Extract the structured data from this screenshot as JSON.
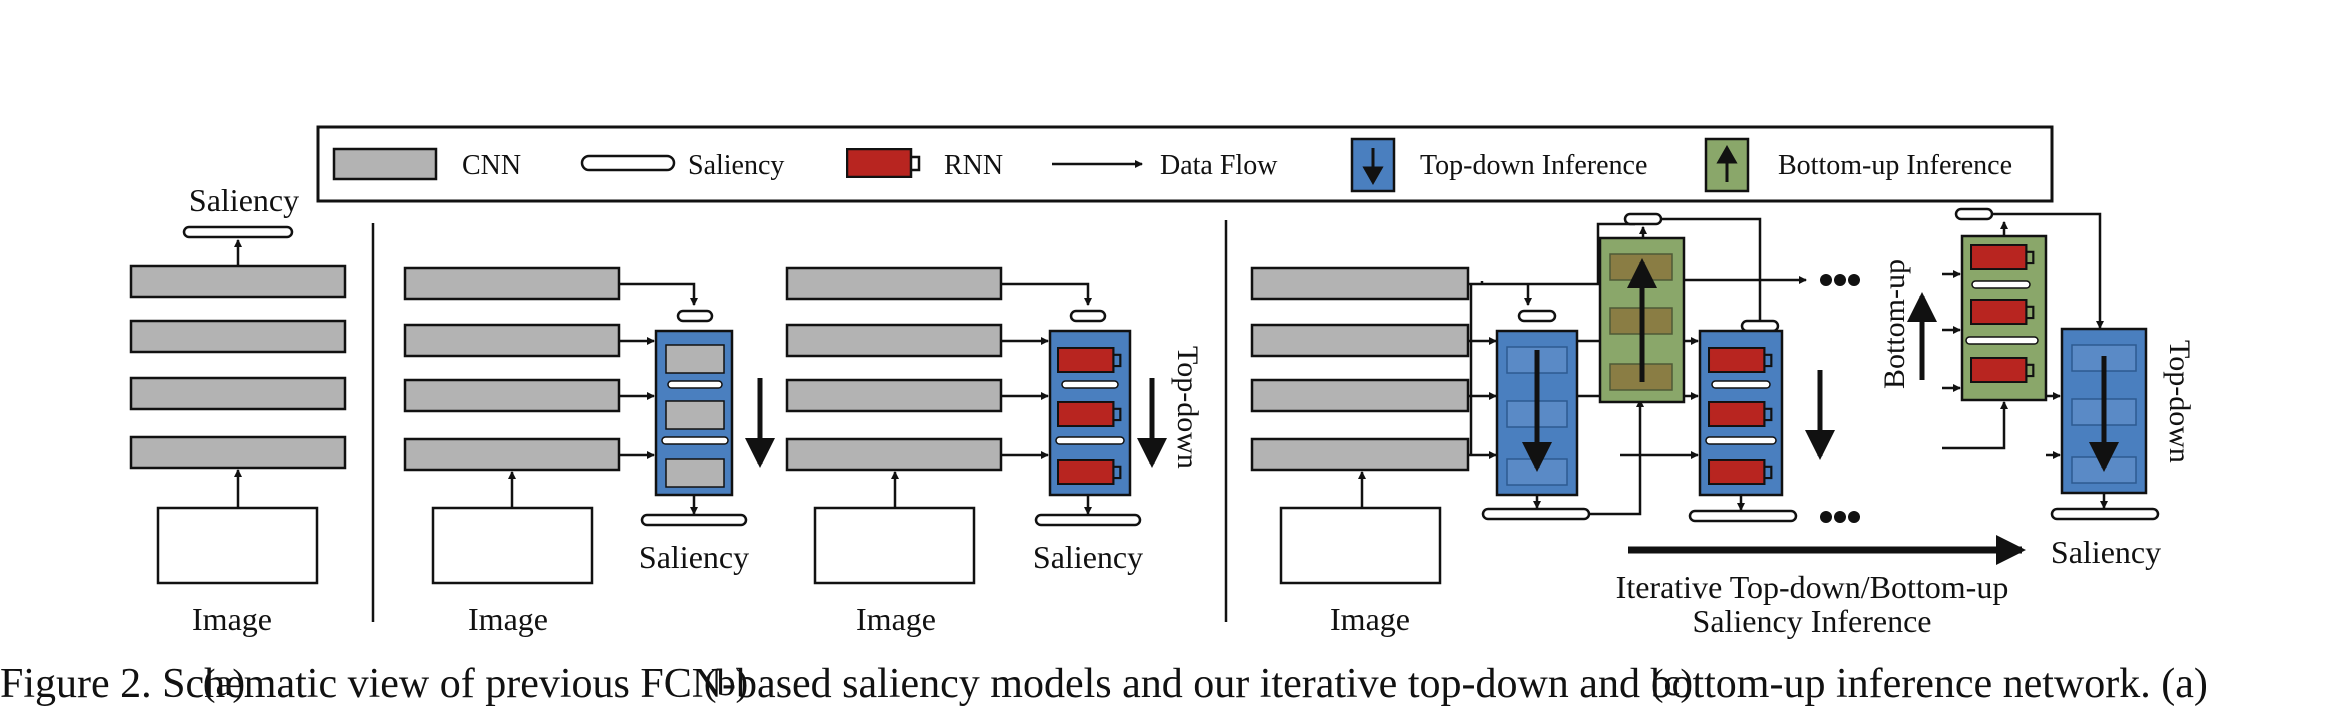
{
  "legend": {
    "cnn": "CNN",
    "saliency": "Saliency",
    "rnn": "RNN",
    "data_flow": "Data Flow",
    "top_down": "Top-down Inference",
    "bottom_up": "Bottom-up Inference"
  },
  "panel_a": {
    "saliency": "Saliency",
    "image": "Image",
    "tag": "(a)"
  },
  "panel_b": {
    "left": {
      "image": "Image",
      "saliency": "Saliency"
    },
    "right": {
      "image": "Image",
      "saliency": "Saliency",
      "direction": "Top-down"
    },
    "tag": "(b)"
  },
  "panel_c": {
    "image": "Image",
    "bottom_up": "Bottom-up",
    "top_down": "Top-down",
    "saliency": "Saliency",
    "iter_line1": "Iterative Top-down/Bottom-up",
    "iter_line2": "Saliency Inference",
    "tag": "(c)"
  },
  "caption": "Figure 2.  Schematic view of previous FCN-based saliency models and our iterative top-down and bottom-up inference network. (a)",
  "colors": {
    "cnn_fill": "#b3b3b3",
    "rnn_fill": "#b82520",
    "topdown_fill": "#4a7fbf",
    "bottomup_fill": "#8aa76a"
  }
}
